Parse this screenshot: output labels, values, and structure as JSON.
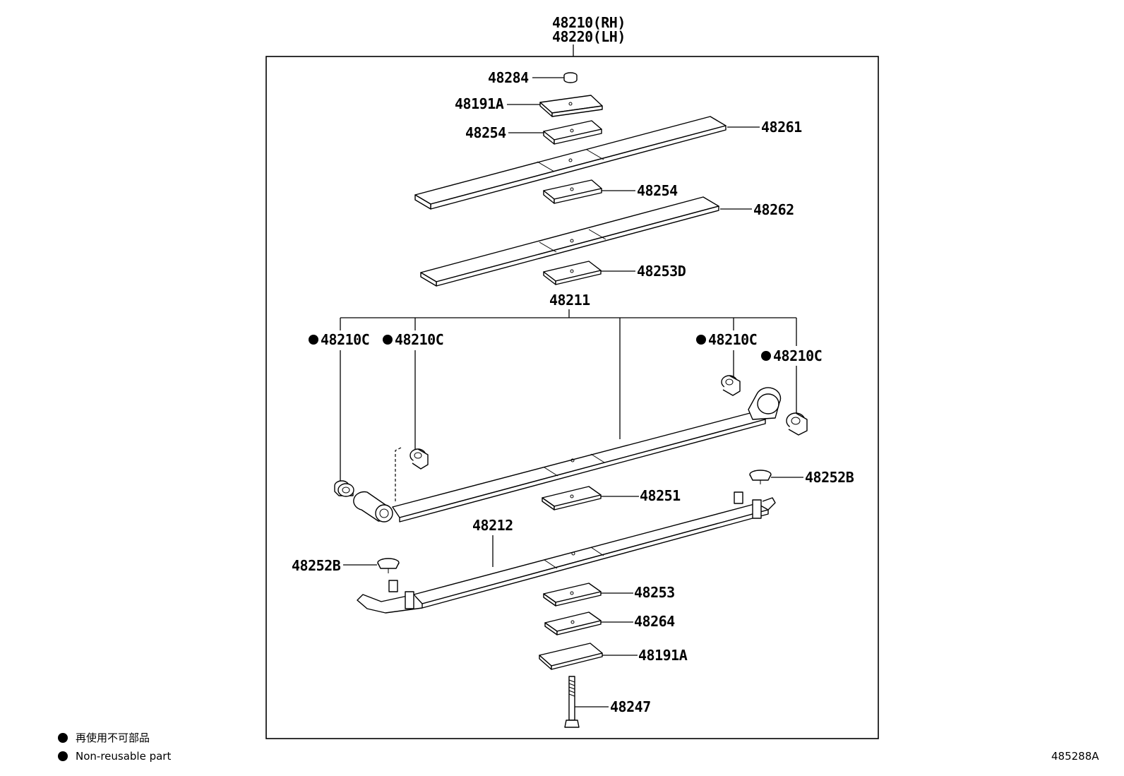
{
  "assembly": {
    "label_rh": "48210(RH)",
    "label_lh": "48220(LH)"
  },
  "parts": {
    "p48284": "48284",
    "p48191a_top": "48191A",
    "p48254_top": "48254",
    "p48261": "48261",
    "p48254_mid": "48254",
    "p48262": "48262",
    "p48253d": "48253D",
    "p48211": "48211",
    "p48210c_1": "48210C",
    "p48210c_2": "48210C",
    "p48210c_3": "48210C",
    "p48210c_4": "48210C",
    "p48252b_right": "48252B",
    "p48251": "48251",
    "p48212": "48212",
    "p48252b_left": "48252B",
    "p48253": "48253",
    "p48264": "48264",
    "p48191a_bottom": "48191A",
    "p48247": "48247"
  },
  "legend": {
    "line_jp": "再使用不可部品",
    "line_en": "Non-reusable part"
  },
  "diagram_id": "485288A"
}
